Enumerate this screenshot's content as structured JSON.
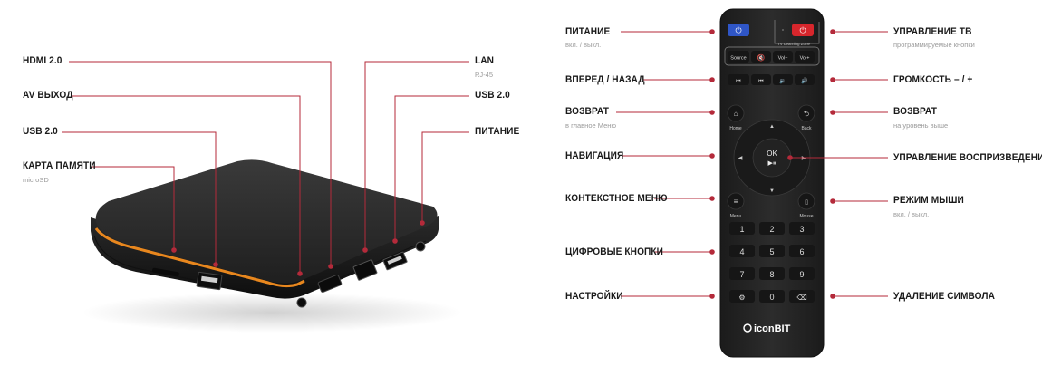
{
  "colors": {
    "leader": "#b42a3a",
    "accent_strip": "#e8871e",
    "box_body": "#2b2b2b",
    "remote_body": "#232323",
    "power_blue": "#2f56c7",
    "power_red": "#d7262c"
  },
  "box": {
    "labels": {
      "hdmi": "HDMI 2.0",
      "av": "AV ВЫХОД",
      "usb_left": "USB 2.0",
      "memcard": "КАРТА ПАМЯТИ",
      "memcard_sub": "microSD",
      "lan": "LAN",
      "lan_sub": "RJ-45",
      "usb_right": "USB 2.0",
      "power": "ПИТАНИЕ"
    }
  },
  "remote": {
    "left_labels": {
      "power": "ПИТАНИЕ",
      "power_sub": "вкл. / выкл.",
      "fwd_back": "ВПЕРЕД / НАЗАД",
      "back": "ВОЗВРАТ",
      "back_sub": "в главное Меню",
      "nav": "НАВИГАЦИЯ",
      "context": "КОНТЕКСТНОЕ МЕНЮ",
      "digits": "ЦИФРОВЫЕ КНОПКИ",
      "settings": "НАСТРОЙКИ"
    },
    "right_labels": {
      "tv": "УПРАВЛЕНИЕ ТВ",
      "tv_sub": "программируемые кнопки",
      "volume": "ГРОМКОСТЬ – / +",
      "back": "ВОЗВРАТ",
      "back_sub": "на уровень выше",
      "playback": "УПРАВЛЕНИЕ ВОСПРИЗВЕДЕНИЕМ",
      "mouse": "РЕЖИМ МЫШИ",
      "mouse_sub": "вкл. / выкл.",
      "delete": "УДАЛЕНИЕ СИМВОЛА"
    },
    "keys": {
      "tv_learning": "TV Learning Zone",
      "source": "Source",
      "vol_minus": "Vol−",
      "vol_plus": "Vol+",
      "home": "Home",
      "back": "Back",
      "ok": "OK",
      "menu": "Menu",
      "mouse": "Mouse",
      "digits": [
        "1",
        "2",
        "3",
        "4",
        "5",
        "6",
        "7",
        "8",
        "9"
      ],
      "zero": "0"
    },
    "brand": "iconBIT"
  }
}
